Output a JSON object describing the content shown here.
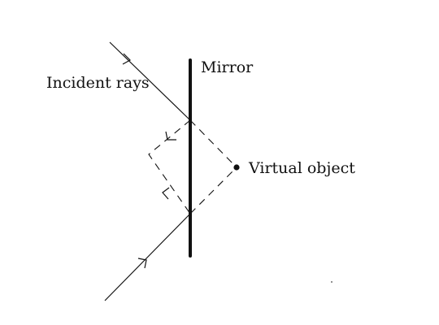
{
  "labels": {
    "mirror": "Mirror",
    "incident": "Incident rays",
    "virtual_object": "Virtual object"
  },
  "colors": {
    "ink": "#111111",
    "background": "#ffffff"
  }
}
